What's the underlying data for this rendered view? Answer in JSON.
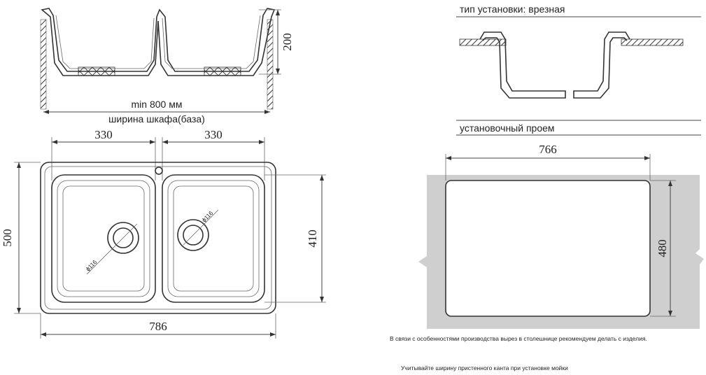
{
  "left_drawing": {
    "side_height": "200",
    "cabinet_min": "min 800 мм",
    "cabinet_label": "ширина шкафа(база)",
    "bowl_width_left": "330",
    "bowl_width_right": "330",
    "overall_depth": "500",
    "bowl_depth": "410",
    "overall_width": "786",
    "drain_left": "ϕ116",
    "drain_right": "ϕ116"
  },
  "right_drawing": {
    "install_type": "тип установки: врезная",
    "cutout_title": "установочный проем",
    "cutout_width": "766",
    "cutout_height": "480",
    "note_1": "В связи с особенностями производства вырез в столешнице рекомендуем делать с изделия.",
    "note_2": "Учитывайте ширину пристенного канта при установке мойки"
  },
  "colors": {
    "line": "#333333",
    "countertop_fill": "#cfcfcf",
    "text": "#222222"
  }
}
